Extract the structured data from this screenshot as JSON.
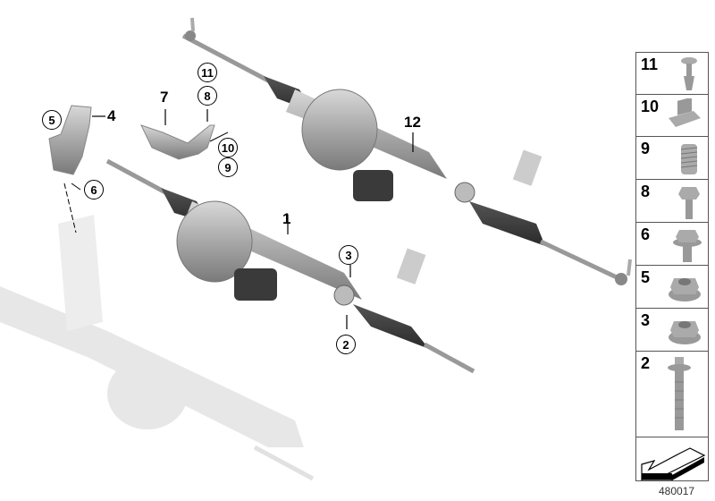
{
  "diagram": {
    "type": "exploded-parts-diagram",
    "subject": "Electric power steering rack assembly",
    "drawing_number": "480017",
    "callouts_plain": [
      {
        "id": "1",
        "label": "1"
      },
      {
        "id": "4",
        "label": "4"
      },
      {
        "id": "7",
        "label": "7"
      },
      {
        "id": "12",
        "label": "12"
      }
    ],
    "callouts_circled": [
      {
        "id": "2",
        "label": "2"
      },
      {
        "id": "3",
        "label": "3"
      },
      {
        "id": "5",
        "label": "5"
      },
      {
        "id": "6",
        "label": "6"
      },
      {
        "id": "8",
        "label": "8"
      },
      {
        "id": "9",
        "label": "9"
      },
      {
        "id": "10",
        "label": "10"
      },
      {
        "id": "11",
        "label": "11"
      }
    ],
    "legend": [
      {
        "num": "11",
        "part": "expanding-rivet"
      },
      {
        "num": "10",
        "part": "clip-nut"
      },
      {
        "num": "9",
        "part": "threaded-insert"
      },
      {
        "num": "8",
        "part": "hex-bolt-small"
      },
      {
        "num": "6",
        "part": "hex-bolt-flanged"
      },
      {
        "num": "5",
        "part": "hex-nut-flanged"
      },
      {
        "num": "3",
        "part": "hex-nut-flanged"
      },
      {
        "num": "2",
        "part": "torx-bolt-long"
      },
      {
        "num": "",
        "part": "direction-of-travel-arrow"
      }
    ]
  }
}
